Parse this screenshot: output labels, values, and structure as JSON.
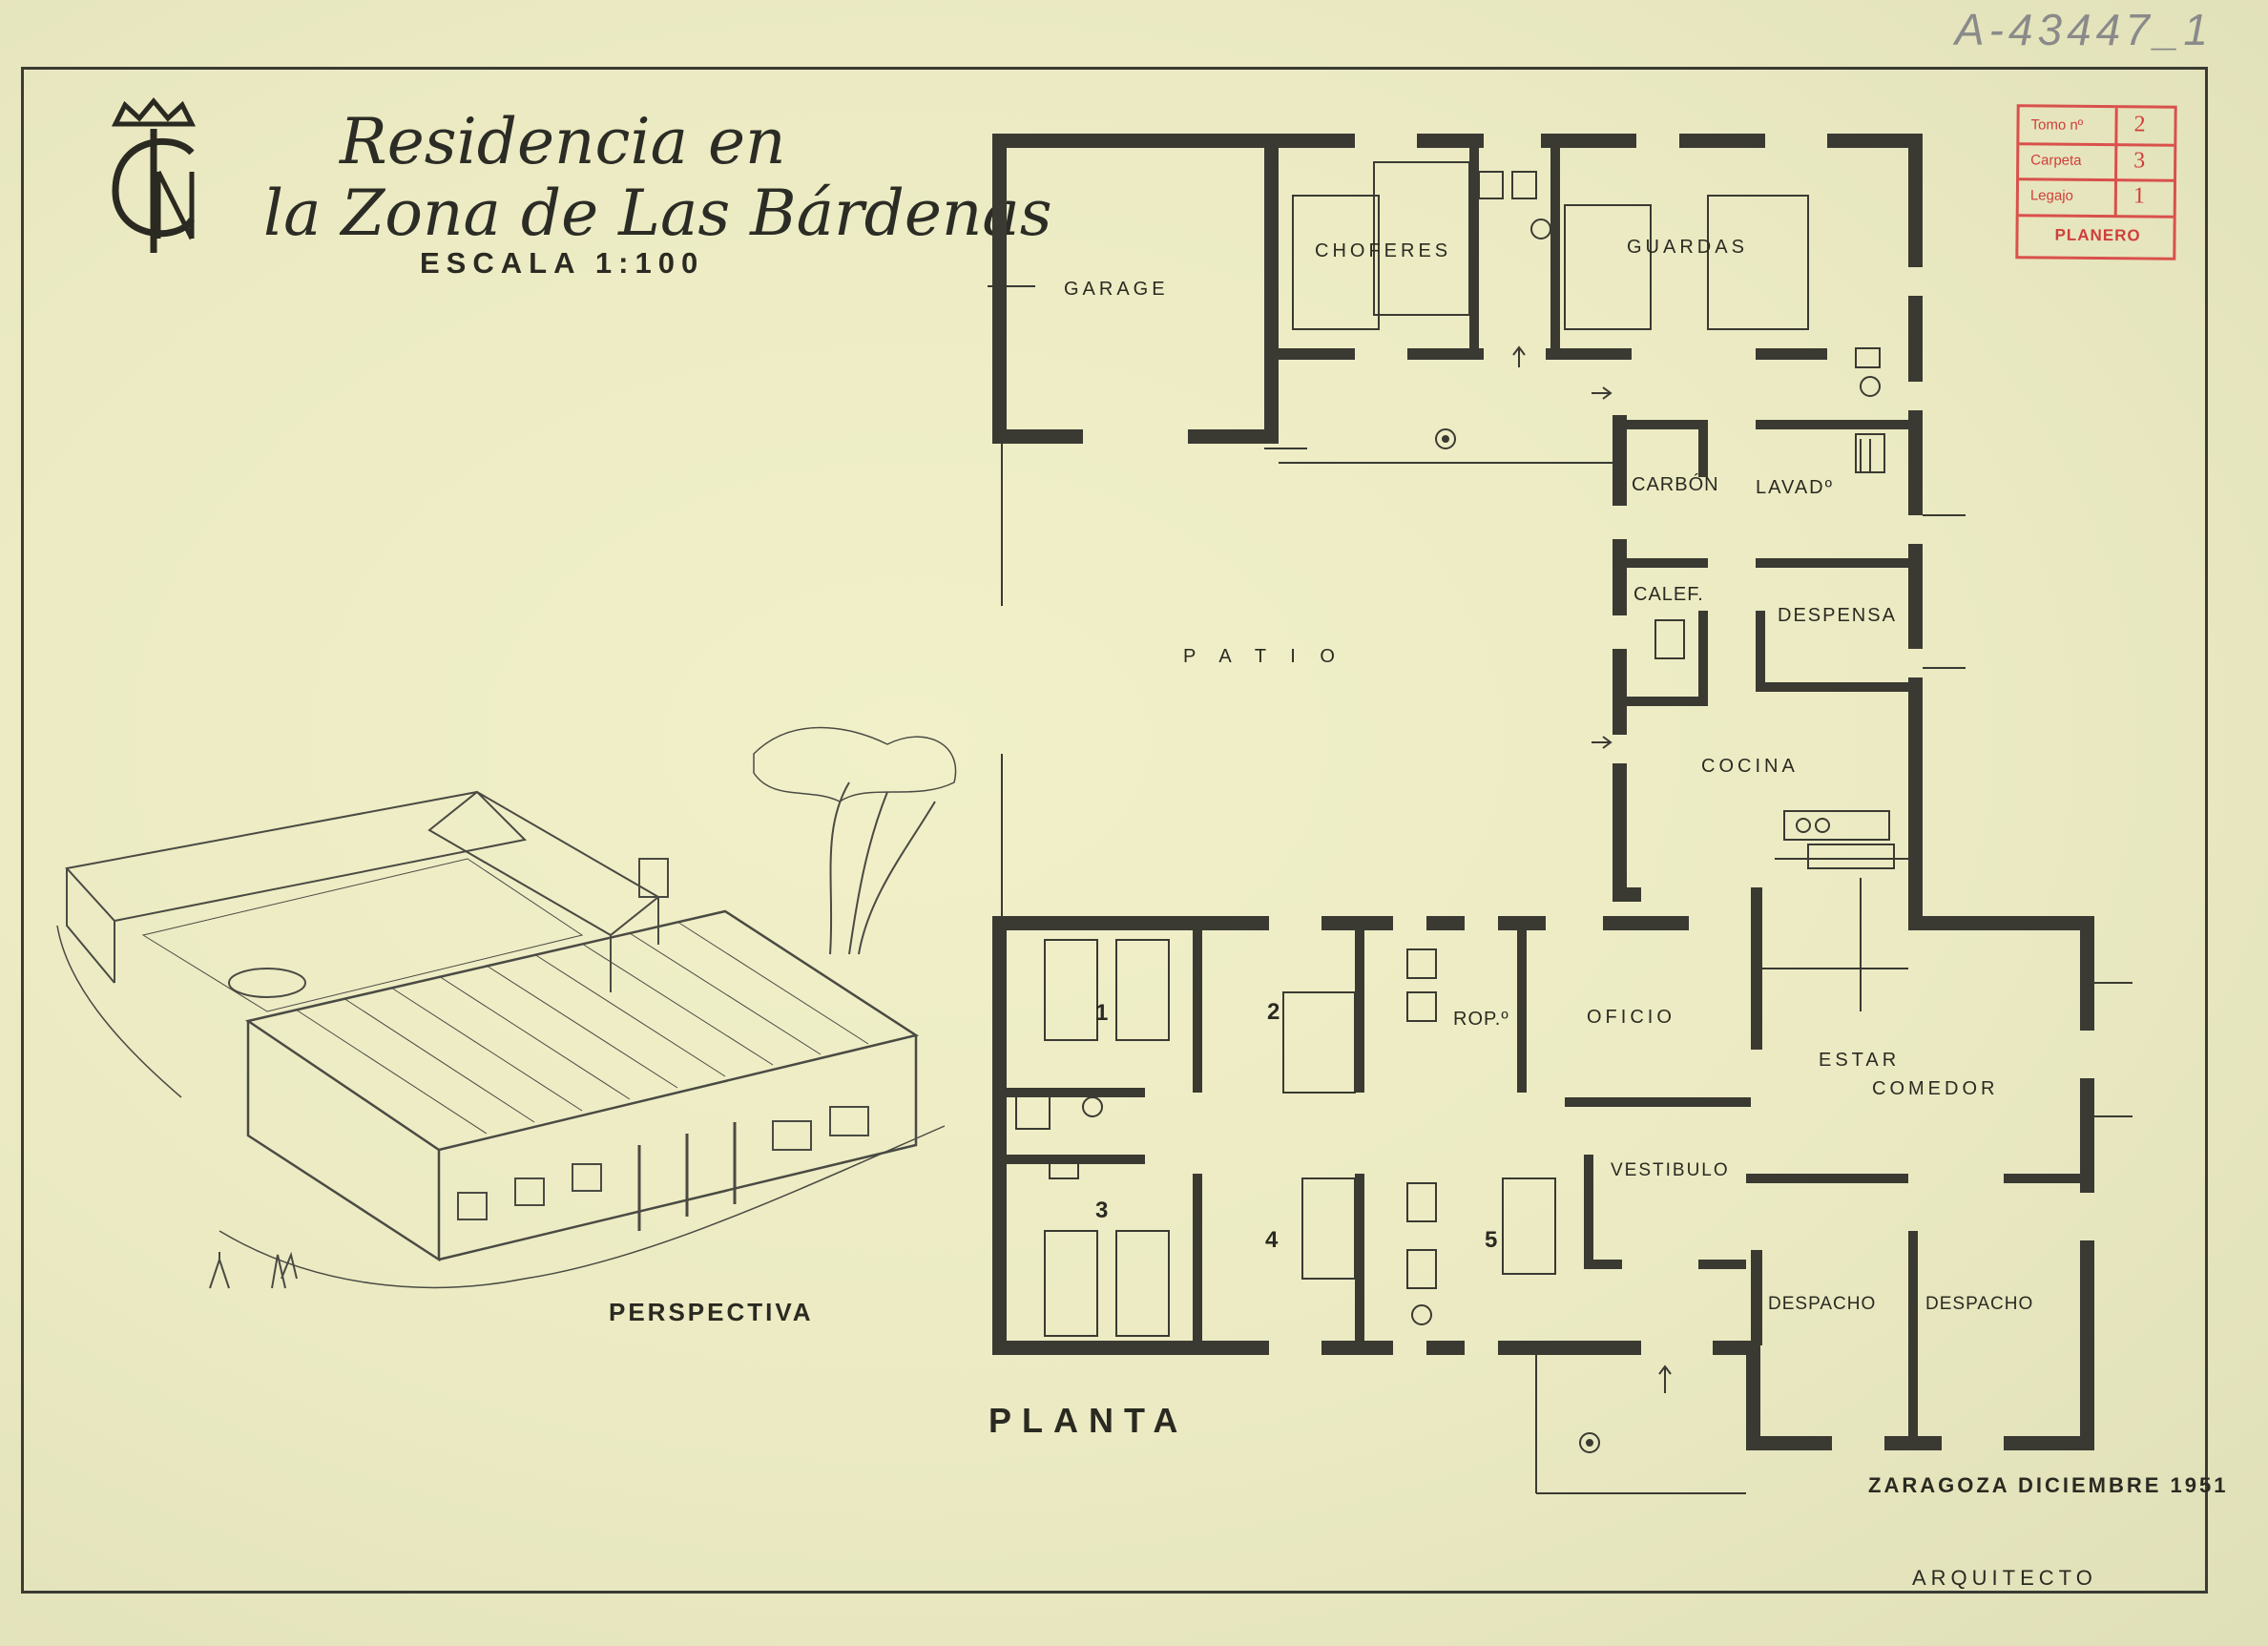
{
  "document_id": "A-43447_1",
  "title": {
    "line1": "Residencia en",
    "line2": "la Zona de Las Bárdenas",
    "scale": "ESCALA 1:100"
  },
  "stamp": {
    "rows": [
      {
        "label": "Tomo nº",
        "value": "2"
      },
      {
        "label": "Carpeta",
        "value": "3"
      },
      {
        "label": "Legajo",
        "value": "1"
      }
    ],
    "footer": "PLANERO"
  },
  "rooms": {
    "garage": "GARAGE",
    "choferes": "CHOFERES",
    "guardas": "GUARDAS",
    "patio": "P A T I O",
    "carbon": "CARBÓN",
    "lavadero": "LAVADº",
    "calef": "CALEF.",
    "despensa": "DESPENSA",
    "cocina": "COCINA",
    "ropero": "ROP.º",
    "oficio": "OFICIO",
    "estar": "ESTAR",
    "comedor": "COMEDOR",
    "vestibulo": "VESTIBULO",
    "despacho_1": "DESPACHO",
    "despacho_2": "DESPACHO",
    "room_1": "1",
    "room_2": "2",
    "room_3": "3",
    "room_4": "4",
    "room_5": "5"
  },
  "labels": {
    "perspectiva": "PERSPECTIVA",
    "planta": "PLANTA",
    "date": "ZARAGOZA DICIEMBRE 1951",
    "arquitecto": "ARQUITECTO"
  },
  "colors": {
    "paper": "#ecebc4",
    "ink": "#2a2a22",
    "stamp_red": "#d9504c"
  }
}
